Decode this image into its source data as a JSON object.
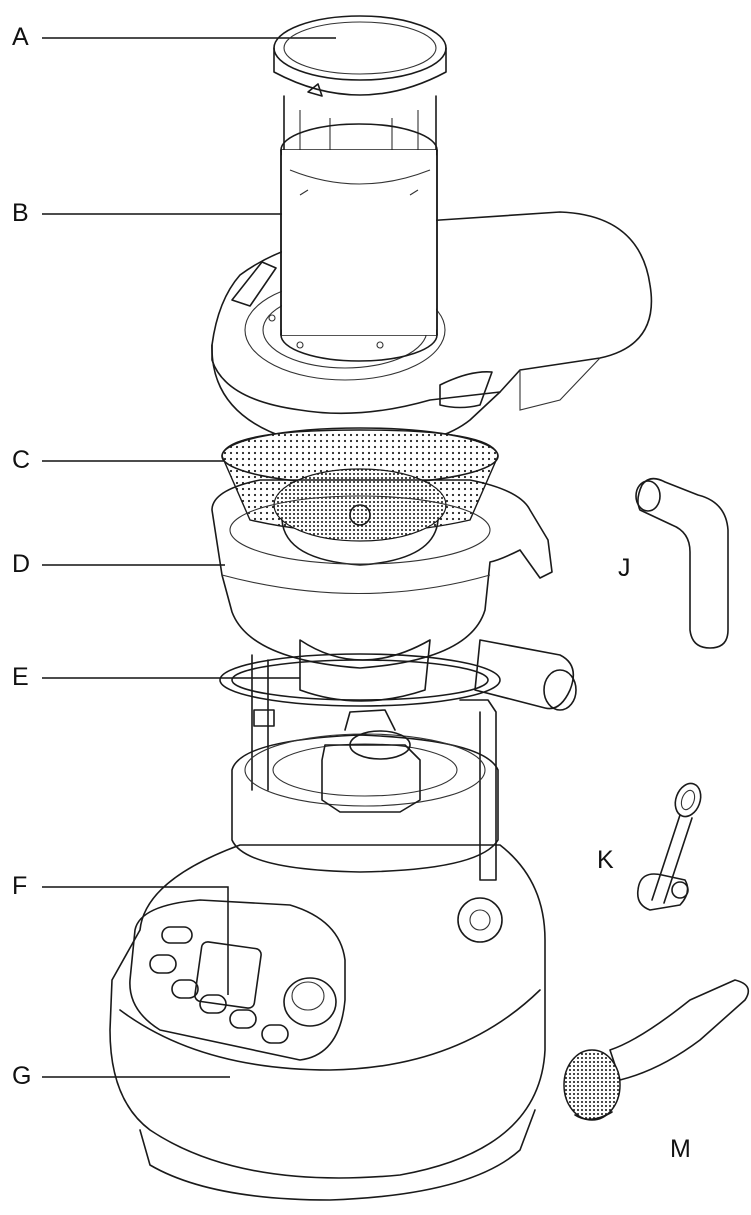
{
  "labels": {
    "A": "A",
    "B": "B",
    "C": "C",
    "D": "D",
    "E": "E",
    "F": "F",
    "G": "G",
    "J": "J",
    "K": "K",
    "M": "M"
  },
  "colors": {
    "line": "#1a1a1a",
    "background": "#ffffff"
  }
}
